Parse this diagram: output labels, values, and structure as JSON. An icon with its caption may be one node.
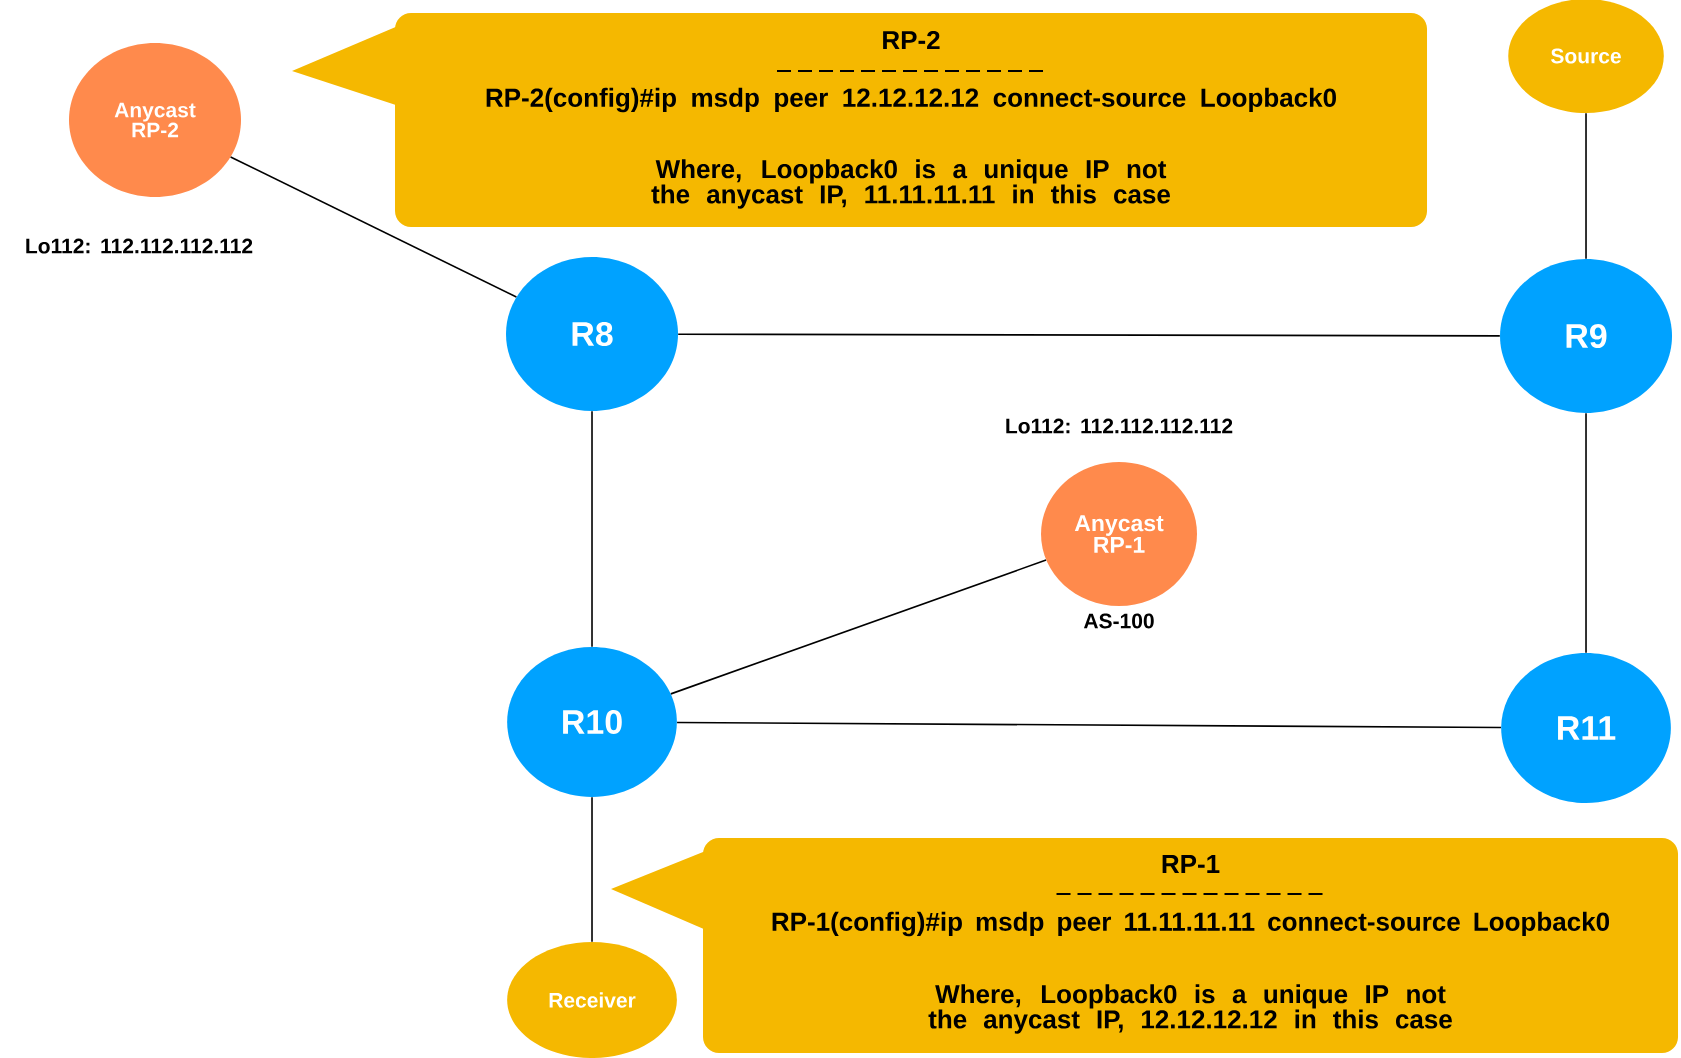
{
  "diagram": {
    "nodes": [
      {
        "text": [
          "Anycast RP-2"
        ],
        "beside": [
          "Lo112: 112.112.112.112"
        ]
      },
      {
        "text": [
          "RP-2",
          "RP-2(config)#ip msdp peer 12.12.12.12 connect-source Loopback0",
          "Where, Loopback0 is a unique IP not the anycast IP, 11.11.11.11 in this case"
        ]
      },
      {
        "text": [
          "Source"
        ]
      },
      {
        "text": [
          "R8"
        ]
      },
      {
        "text": [
          "R9"
        ]
      },
      {
        "text": [
          "Anycast RP-1"
        ],
        "beside": [
          "Lo112: 112.112.112.112",
          "AS-100"
        ]
      },
      {
        "text": [
          "R10"
        ]
      },
      {
        "text": [
          "R11"
        ]
      },
      {
        "text": [
          "RP-1",
          "RP-1(config)#ip msdp peer 11.11.11.11 connect-source Loopback0",
          "Where, Loopback0 is a unique IP not the anycast IP, 12.12.12.12 in this case"
        ]
      },
      {
        "text": [
          "Receiver"
        ]
      }
    ],
    "edges": [
      {
        "from": 0,
        "to": 3,
        "arrow": "none"
      },
      {
        "from": 2,
        "to": 4,
        "arrow": "none"
      },
      {
        "from": 3,
        "to": 4,
        "arrow": "none"
      },
      {
        "from": 3,
        "to": 6,
        "arrow": "none"
      },
      {
        "from": 4,
        "to": 7,
        "arrow": "none"
      },
      {
        "from": 6,
        "to": 5,
        "arrow": "none"
      },
      {
        "from": 6,
        "to": 7,
        "arrow": "none"
      },
      {
        "from": 6,
        "to": 9,
        "arrow": "none"
      }
    ]
  }
}
